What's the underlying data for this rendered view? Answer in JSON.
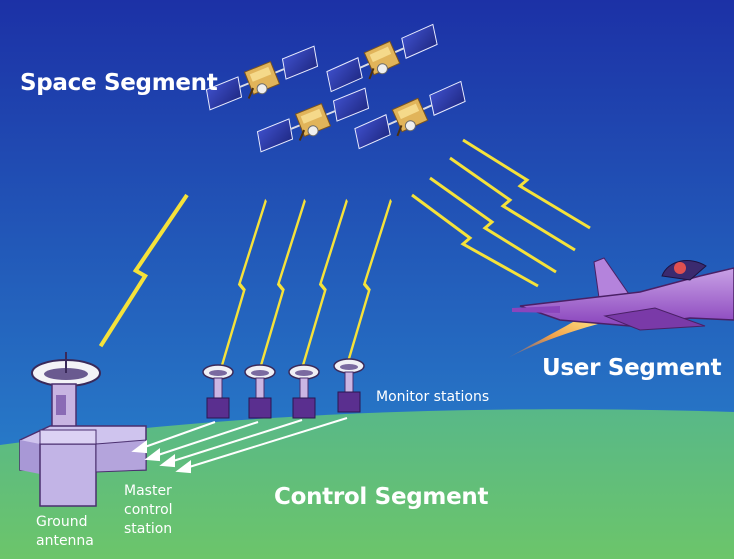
{
  "labels": {
    "space_segment": "Space Segment",
    "user_segment": "User Segment",
    "control_segment": "Control Segment",
    "monitor_stations": "Monitor stations",
    "master_control_station": "Master control station",
    "ground_antenna": "Ground antenna"
  },
  "colors": {
    "sky_top": "#1c31a6",
    "sky_bottom": "#2a8bd0",
    "ground": "#5fbf72",
    "signal": "#f5e23a",
    "aircraft": "#9a4fc9",
    "station": "#5a2f8f"
  }
}
